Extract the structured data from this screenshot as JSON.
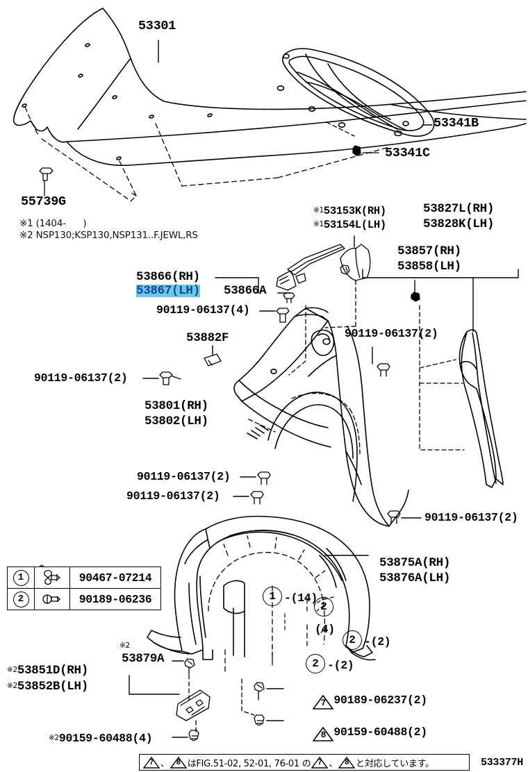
{
  "diagram": {
    "number": "533377H",
    "title_parts": [
      "53301",
      "53341B",
      "53341C",
      "55739G"
    ]
  },
  "colors": {
    "highlight_bg": "#6cc9ec",
    "highlight_text": "#14468c",
    "ink": "#000000",
    "paper": "#ffffff"
  },
  "labels": {
    "hood": "53301",
    "hood_insulator": "53341B",
    "insulator_clip": "53341C",
    "hood_bumper": "55739G",
    "bracket_rh": "53153K(RH)",
    "bracket_lh": "53154L(LH)",
    "seal_rh": "53827L(RH)",
    "seal_lh": "53828K(LH)",
    "pad_rh": "53857(RH)",
    "pad_lh": "53858(LH)",
    "retainer_rh": "53866(RH)",
    "retainer_lh": "53867(LH)",
    "retainer_a": "53866A",
    "clip_53882f": "53882F",
    "fender_rh": "53801(RH)",
    "fender_lh": "53802(LH)",
    "liner_rh": "53875A(RH)",
    "liner_lh": "53876A(LH)",
    "seal_lower_rh": "53851D(RH)",
    "seal_lower_lh": "53852B(LH)",
    "clip_53879a": "53879A",
    "bolt_90119_4": "90119-06137(4)",
    "bolt_90119_2_a": "90119-06137(2)",
    "bolt_90119_2_b": "90119-06137(2)",
    "bolt_90119_2_c": "90119-06137(2)",
    "bolt_90119_2_d": "90119-06137(2)",
    "bolt_90119_2_e": "90119-06137(2)",
    "clip_90189_06237": "90189-06237(2)",
    "bolt_90159_60488_2": "90159-60488(2)",
    "bolt_90159_60488_4": "90159-60488(4)"
  },
  "marks": {
    "star1": "※1",
    "star2": "※2",
    "star1_small": "※1",
    "star2_small": "※2"
  },
  "notes": [
    "※1 (1404-      )",
    "※2 NSP130;KSP130,NSP131..F.JEWL,RS"
  ],
  "legend": {
    "rows": [
      {
        "num": "1",
        "icon": "grommet-clip-icon",
        "part": "90467-07214"
      },
      {
        "num": "2",
        "icon": "push-pin-clip-icon",
        "part": "90189-06236"
      }
    ]
  },
  "callouts": {
    "c1_14": {
      "circle": "1",
      "qty": "-(14)"
    },
    "c2_4": {
      "circle": "2",
      "qty": "(4)"
    },
    "c2_2a": {
      "circle": "2",
      "qty": "-(2)"
    },
    "c2_2b": {
      "circle": "2",
      "qty": "-(2)"
    }
  },
  "triangles": {
    "t7": "7",
    "t8": "8"
  },
  "footnote": {
    "seg1": "、",
    "seg2": "はFIG.51-02, 52-01, 76-01 の",
    "seg3": "、",
    "seg4": "と対応しています。"
  }
}
